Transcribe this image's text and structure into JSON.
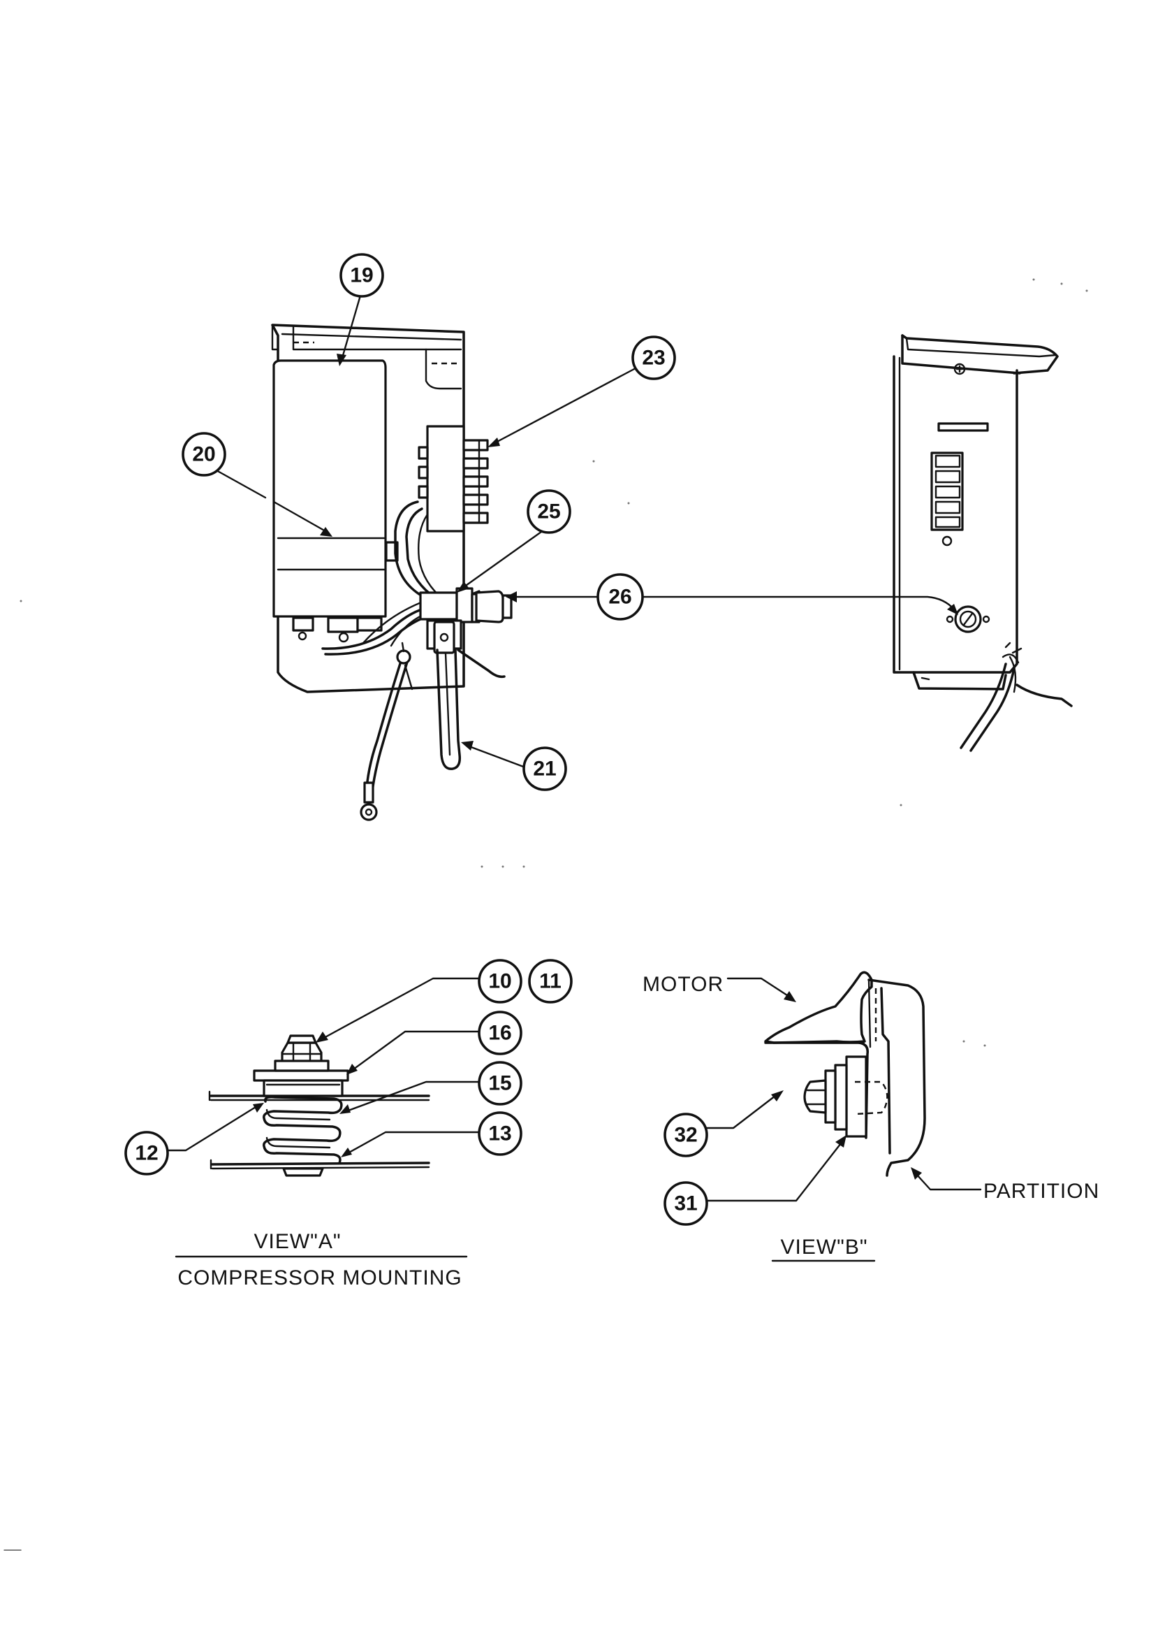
{
  "callouts": {
    "c19": "19",
    "c20": "20",
    "c23": "23",
    "c25": "25",
    "c26": "26",
    "c21": "21",
    "c10": "10",
    "c11": "11",
    "c16": "16",
    "c15": "15",
    "c13": "13",
    "c12": "12",
    "c32": "32",
    "c31": "31"
  },
  "labels": {
    "motor": "MOTOR",
    "partition": "PARTITION",
    "view_a": "VIEW\"A\"",
    "view_a_caption": "COMPRESSOR MOUNTING",
    "view_b": "VIEW\"B\""
  }
}
